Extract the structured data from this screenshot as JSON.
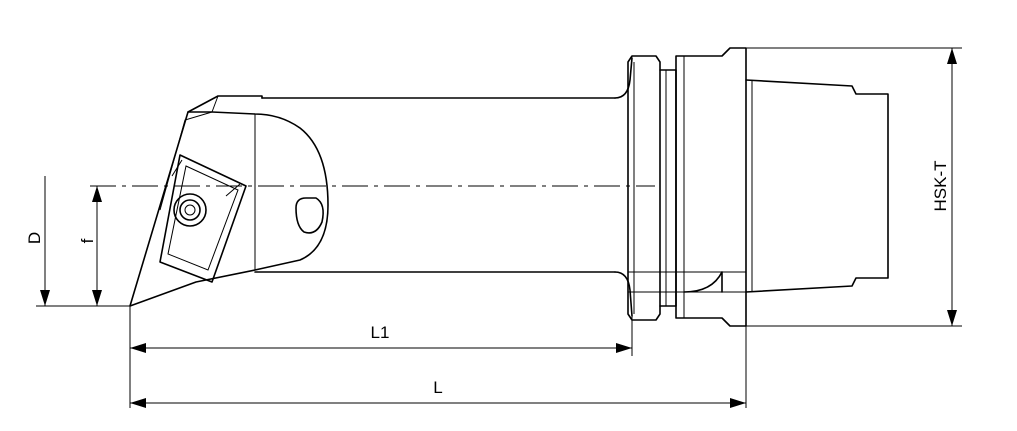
{
  "labels": {
    "d": "D",
    "f": "f",
    "l1": "L1",
    "l": "L",
    "hsk": "HSK-T"
  }
}
